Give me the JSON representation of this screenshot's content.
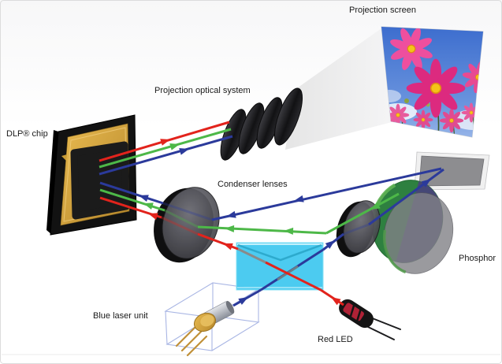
{
  "figure": {
    "title": "DLP laser-phosphor hybrid projector optical path diagram",
    "labels": {
      "projection_screen": "Projection screen",
      "projection_optical_system": "Projection optical system",
      "dlp_chip": "DLP® chip",
      "condenser_lenses": "Condenser lenses",
      "phosphor": "Phosphor",
      "blue_laser_unit": "Blue laser unit",
      "red_led": "Red LED"
    },
    "components": [
      "dlp-chip",
      "projection-optical-system-lenses",
      "projection-screen",
      "condenser-lens-1",
      "condenser-lens-2",
      "phosphor-wheel",
      "fold-mirror",
      "dichroic-prism-block",
      "blue-laser-unit",
      "red-led"
    ],
    "beam_paths": [
      "blue laser → dichroic block → condenser lens 2 → phosphor wheel → mirror → condenser lens 1 → DLP chip",
      "green (from phosphor) → condenser lens 1 → DLP chip",
      "red LED → dichroic block → condenser lens 1 → DLP chip",
      "DLP chip → projection optical system → projection screen"
    ],
    "screen_image": "pink cosmos flowers against a blue sky"
  },
  "colors": {
    "beam_red": "#e2231c",
    "beam_green": "#4db848",
    "beam_blue": "#2b3a9b",
    "prism_cyan": "#3fc8ef",
    "prism_line": "#2aa6c9",
    "chip_gold": "#d2a03c",
    "chip_frame": "#121212",
    "phosphor_green": "#2e8040",
    "phosphor_navy": "#474379",
    "wheel_gray": "#818187",
    "mirror_gray": "#8d8d90",
    "laser_wire_blue": "#a9b6e4",
    "cone_gray": "#ededed",
    "sky_blue": "#3a6bcd",
    "flower_pink": "#dc2a7f",
    "flower_center_yellow": "#f4c318",
    "label_text": "#1a1a1a",
    "border_gray": "#dcdcdc"
  }
}
